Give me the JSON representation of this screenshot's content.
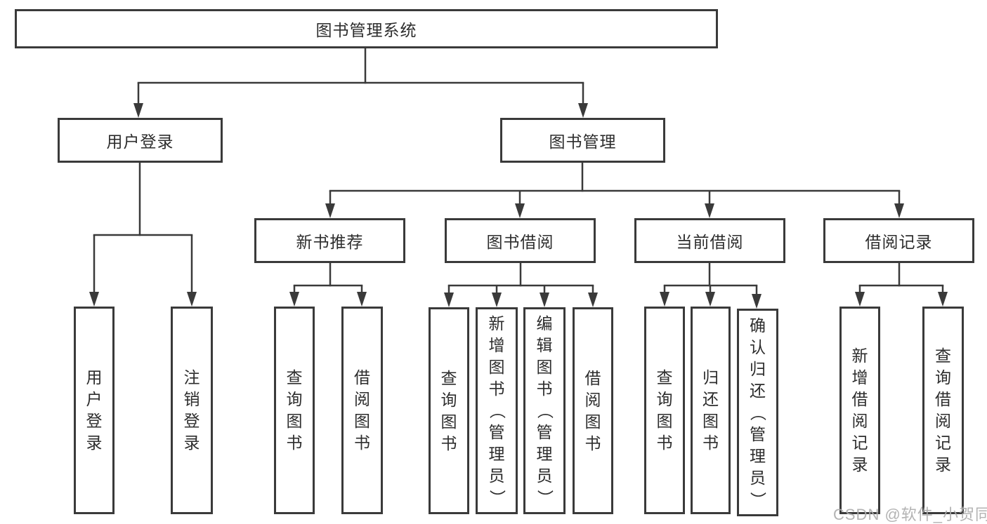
{
  "colors": {
    "line": "#3a3a3a",
    "box_border": "#3a3a3a",
    "text": "#2d2d2d",
    "background": "#ffffff",
    "watermark": "#acacac"
  },
  "watermark": {
    "text": "CSDN @软件_小贺同学"
  },
  "tree": {
    "root": {
      "label": "图书管理系统"
    },
    "user_login_branch": {
      "label": "用户登录",
      "children": [
        {
          "label": "用户登录"
        },
        {
          "label": "注销登录"
        }
      ]
    },
    "book_mgmt_branch": {
      "label": "图书管理",
      "sections": [
        {
          "label": "新书推荐",
          "children": [
            {
              "label": "查询图书"
            },
            {
              "label": "借阅图书"
            }
          ]
        },
        {
          "label": "图书借阅",
          "children": [
            {
              "label": "查询图书"
            },
            {
              "label": "新增图书（管理员）"
            },
            {
              "label": "编辑图书（管理员）"
            },
            {
              "label": "借阅图书"
            }
          ]
        },
        {
          "label": "当前借阅",
          "children": [
            {
              "label": "查询图书"
            },
            {
              "label": "归还图书"
            },
            {
              "label": "确认归还（管理员）"
            }
          ]
        },
        {
          "label": "借阅记录",
          "children": [
            {
              "label": "新增借阅记录"
            },
            {
              "label": "查询借阅记录"
            }
          ]
        }
      ]
    }
  }
}
